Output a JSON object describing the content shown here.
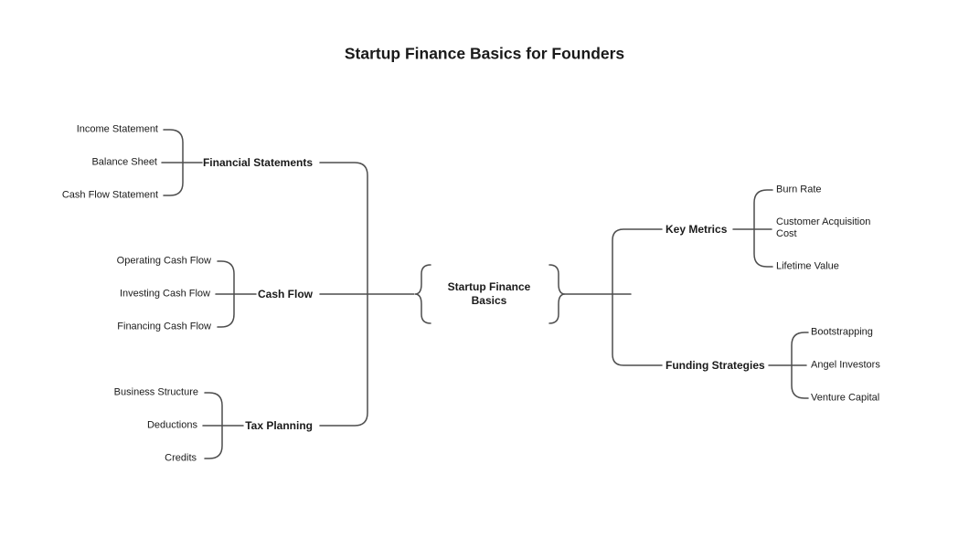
{
  "title": "Startup Finance Basics for Founders",
  "root_label": "Startup Finance Basics",
  "left_branches": [
    {
      "label": "Financial Statements",
      "children": [
        "Income Statement",
        "Balance Sheet",
        "Cash Flow Statement"
      ]
    },
    {
      "label": "Cash Flow",
      "children": [
        "Operating Cash Flow",
        "Investing Cash Flow",
        "Financing Cash Flow"
      ]
    },
    {
      "label": "Tax Planning",
      "children": [
        "Business Structure",
        "Deductions",
        "Credits"
      ]
    }
  ],
  "right_branches": [
    {
      "label": "Key Metrics",
      "children": [
        "Burn Rate",
        "Customer Acquisition Cost",
        "Lifetime Value"
      ]
    },
    {
      "label": "Funding Strategies",
      "children": [
        "Bootstrapping",
        "Angel Investors",
        "Venture Capital"
      ]
    }
  ],
  "colors": {
    "line": "#4d4d4d",
    "text": "#1a1a1a",
    "background": "#ffffff"
  }
}
